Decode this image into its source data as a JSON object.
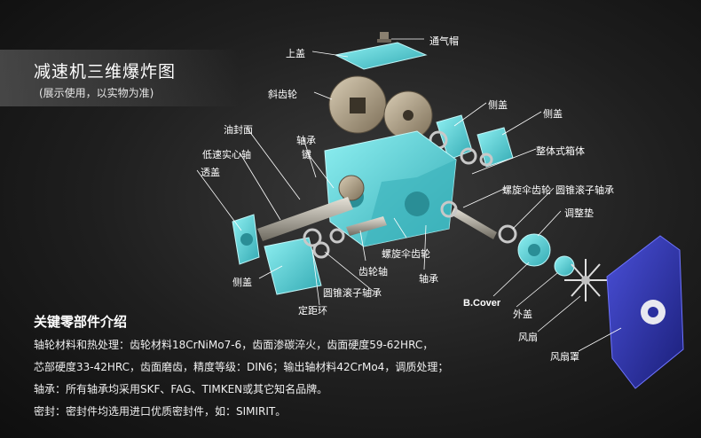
{
  "header": {
    "title": "减速机三维爆炸图",
    "subtitle": "(展示使用，以实物为准)"
  },
  "labels": {
    "vent_cap": "通气帽",
    "top_cover": "上盖",
    "helical_gear": "斜齿轮",
    "side_cover_1": "侧盖",
    "side_cover_2": "侧盖",
    "oil_seal_cover": "油封面",
    "bearing_1": "轴承",
    "low_speed_shaft": "低速实心轴",
    "key": "键",
    "integral_housing": "整体式箱体",
    "through_cover": "透盖",
    "spiral_bevel_gear_1": "螺旋伞齿轮",
    "tapered_roller_bearing_1": "圆锥滚子轴承",
    "adjusting_shim": "调整垫",
    "spiral_bevel_gear_2": "螺旋伞齿轮",
    "gear_shaft": "齿轮轴",
    "bearing_2": "轴承",
    "side_cover_3": "侧盖",
    "tapered_roller_bearing_2": "圆锥滚子轴承",
    "spacer_ring": "定距环",
    "b_cover": "B.Cover",
    "outer_cover": "外盖",
    "fan": "风扇",
    "fan_cover": "风扇罩"
  },
  "key_parts": {
    "title": "关键零部件介绍",
    "lines": [
      "轴轮材料和热处理：齿轮材料18CrNiMo7-6，齿面渗碳淬火，齿面硬度59-62HRC，",
      "芯部硬度33-42HRC，齿面磨齿，精度等级：DIN6；输出轴材料42CrMo4，调质处理；",
      "轴承：所有轴承均采用SKF、FAG、TIMKEN或其它知名品牌。",
      "密封：密封件均选用进口优质密封件，如：SIMIRIT。"
    ]
  },
  "colors": {
    "cyan_part": "#66d8de",
    "cyan_dark": "#3fb6bd",
    "gear_bronze": "#b5a58a",
    "fan_cover_blue": "#2a2fa0",
    "leader_line": "#ffffff"
  }
}
